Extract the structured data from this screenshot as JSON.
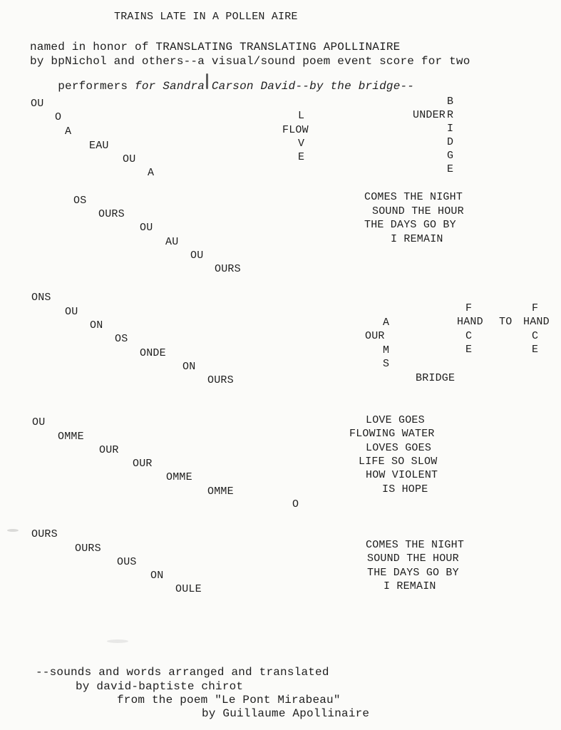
{
  "title": "TRAINS LATE IN A POLLEN AIRE",
  "intro": {
    "line1": "named in honor of TRANSLATING TRANSLATING APOLLINAIRE",
    "line2": "by bpNichol and others--a visual/sound poem event score for two",
    "line3_plain": "performers ",
    "line3_italic": "for Sandra Carson David--by the bridge--"
  },
  "left_column": {
    "group1": [
      "OU",
      "O",
      "A",
      "EAU",
      "OU",
      "A"
    ],
    "group2": [
      "OS",
      "OURS",
      "OU",
      "AU",
      "OU",
      "OURS"
    ],
    "group3": [
      "ONS",
      "OU",
      "ON",
      "OS",
      "ONDE",
      "ON",
      "OURS"
    ],
    "group4": [
      "OU",
      "OMME",
      "OUR",
      "OUR",
      "OMME",
      "OMME"
    ],
    "group5": [
      "OURS",
      "OURS",
      "OUS",
      "ON",
      "OULE"
    ]
  },
  "flow": [
    "L",
    "FLOW",
    "V",
    "E"
  ],
  "under_bridge": {
    "under": "UNDER",
    "letters": [
      "B",
      "R",
      "I",
      "D",
      "G",
      "E"
    ]
  },
  "refrain1": [
    "COMES THE NIGHT",
    "SOUND THE HOUR",
    "THE DAYS GO BY",
    "I REMAIN"
  ],
  "arms": {
    "our": "OUR",
    "letters": [
      "A",
      "M",
      "S"
    ]
  },
  "face1": {
    "hand": "HAND",
    "letters": [
      "F",
      "C",
      "E"
    ]
  },
  "to": "TO",
  "face2": {
    "hand": "HAND",
    "letters": [
      "F",
      "C",
      "E"
    ]
  },
  "bridge": "BRIDGE",
  "love_stanza": [
    "LOVE GOES",
    "FLOWING WATER",
    "LOVES GOES",
    "LIFE SO SLOW",
    "HOW VIOLENT",
    "IS HOPE"
  ],
  "lone_o": "O",
  "refrain2": [
    "COMES THE NIGHT",
    "SOUND THE HOUR",
    "THE DAYS GO BY",
    "I REMAIN"
  ],
  "credits": [
    "--sounds and words arranged and translated",
    "by david-baptiste chirot",
    "from the poem \"Le Pont Mirabeau\"",
    "by Guillaume Apollinaire"
  ]
}
